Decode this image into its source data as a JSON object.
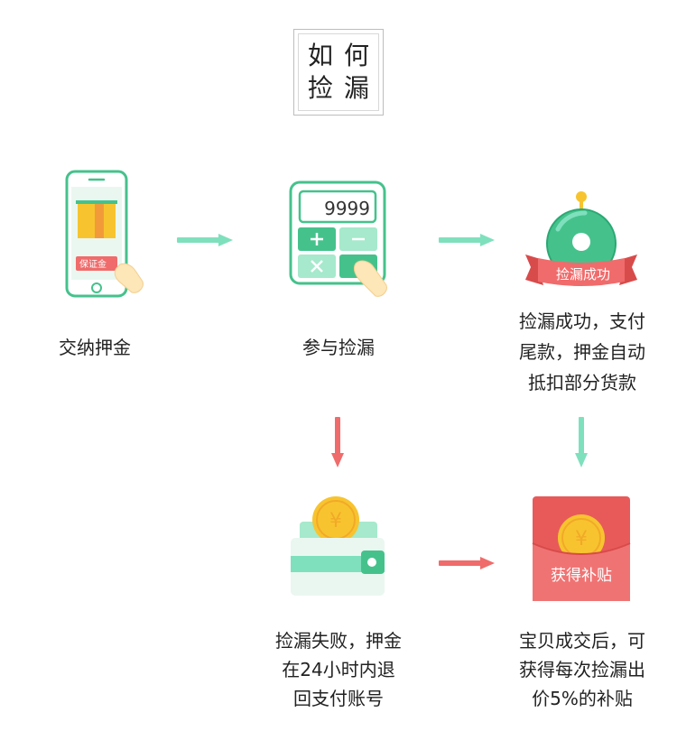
{
  "title": {
    "chars": [
      "如",
      "何",
      "捡",
      "漏"
    ]
  },
  "steps": {
    "deposit": {
      "label": "交纳押金",
      "button_text": "保证金"
    },
    "participate": {
      "label": "参与捡漏",
      "display": "9999"
    },
    "success": {
      "badge": "捡漏成功",
      "lines": [
        "捡漏成功，支付",
        "尾款，押金自动",
        "抵扣部分货款"
      ]
    },
    "fail": {
      "lines": [
        "捡漏失败，押金",
        "在24小时内退",
        "回支付账号"
      ],
      "coin_symbol": "¥"
    },
    "subsidy": {
      "envelope_text": "获得补贴",
      "coin_symbol": "¥",
      "lines": [
        "宝贝成交后，可",
        "获得每次捡漏出",
        "价5%的补贴"
      ]
    }
  },
  "colors": {
    "green": "#5ccf9c",
    "red": "#f06b6b",
    "gold": "#f7c42f",
    "mint": "#7fe0bd"
  }
}
